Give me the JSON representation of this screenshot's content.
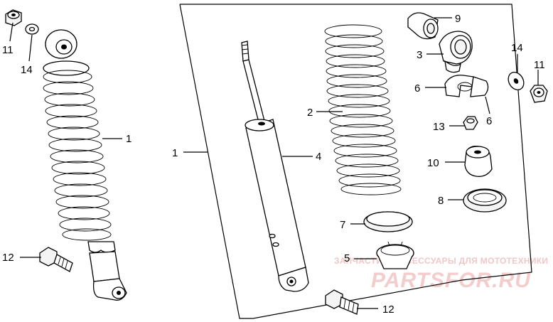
{
  "callouts": {
    "c1_left": "1",
    "c1_frame": "1",
    "c2": "2",
    "c3": "3",
    "c4": "4",
    "c5": "5",
    "c6_top": "6",
    "c6_bottom": "6",
    "c7": "7",
    "c8": "8",
    "c9": "9",
    "c10": "10",
    "c11_left": "11",
    "c11_right": "11",
    "c12_left": "12",
    "c12_bottom": "12",
    "c13": "13",
    "c14_left": "14",
    "c14_right": "14"
  },
  "watermark": {
    "tagline": "ЗАПЧАСТИ И АКСЕССУАРЫ ДЛЯ МОТОТЕХНИКИ",
    "logo": "PARTSFOR.RU"
  }
}
